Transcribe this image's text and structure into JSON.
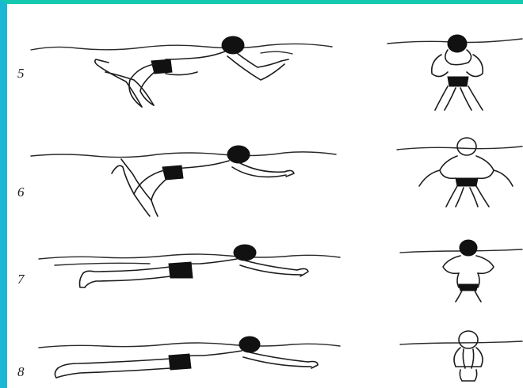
{
  "steps": [
    {
      "number": "5",
      "side_icon": "breaststroke-glide-side-view-icon",
      "front_icon": "breaststroke-kick-front-view-icon"
    },
    {
      "number": "6",
      "side_icon": "breaststroke-kick-side-view-icon",
      "front_icon": "breaststroke-arms-front-view-icon"
    },
    {
      "number": "7",
      "side_icon": "breaststroke-extend-side-view-icon",
      "front_icon": "breaststroke-recovery-front-view-icon"
    },
    {
      "number": "8",
      "side_icon": "breaststroke-streamline-side-view-icon",
      "front_icon": "breaststroke-streamline-front-view-icon"
    }
  ],
  "colors": {
    "frame_top": "#14c9b0",
    "frame_left": "#1ab8d6",
    "ink": "#1c1c1c"
  }
}
